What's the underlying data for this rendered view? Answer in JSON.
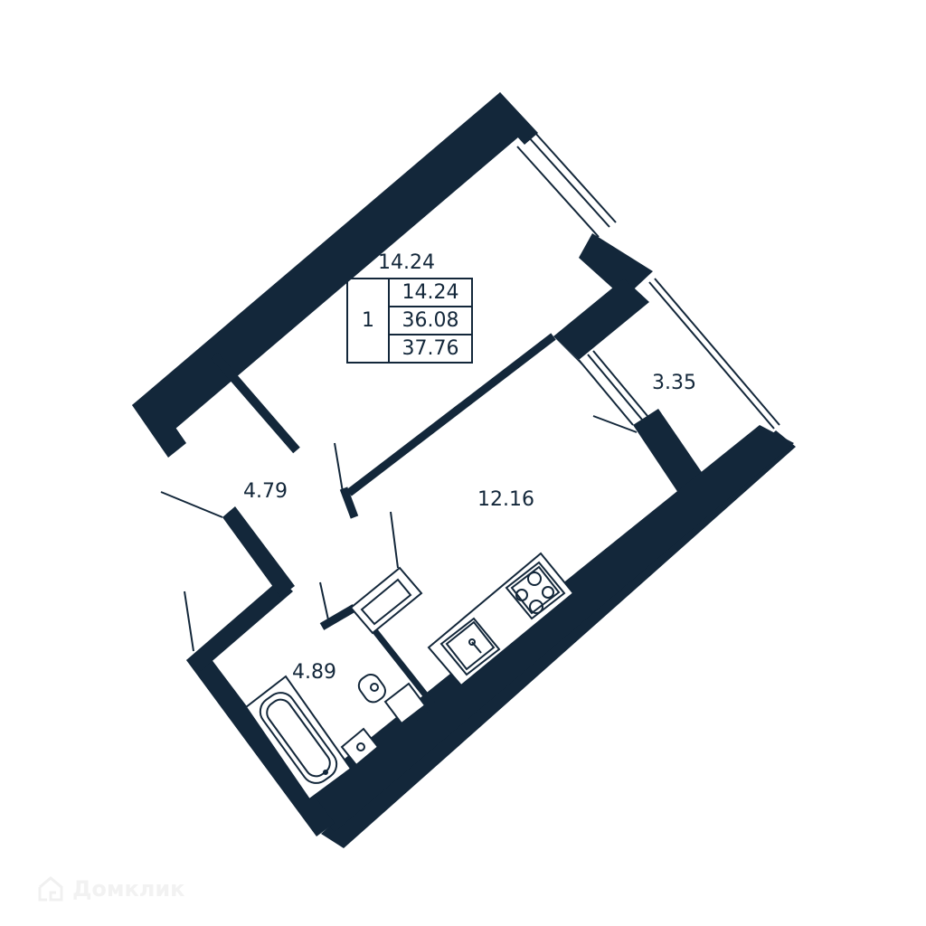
{
  "plan": {
    "wall_color": "#13273a",
    "background": "#ffffff",
    "rooms": {
      "bedroom": {
        "label": "14.24"
      },
      "hallway": {
        "label": "4.79"
      },
      "kitchen": {
        "label": "12.16"
      },
      "bathroom": {
        "label": "4.89"
      },
      "balcony": {
        "label": "3.35"
      }
    },
    "summary": {
      "room_count": "1",
      "living_area": "14.24",
      "total_area": "36.08",
      "total_area_with_balcony": "37.76"
    }
  },
  "watermark": {
    "text": "Домклик",
    "color": "#f2f2f2"
  }
}
